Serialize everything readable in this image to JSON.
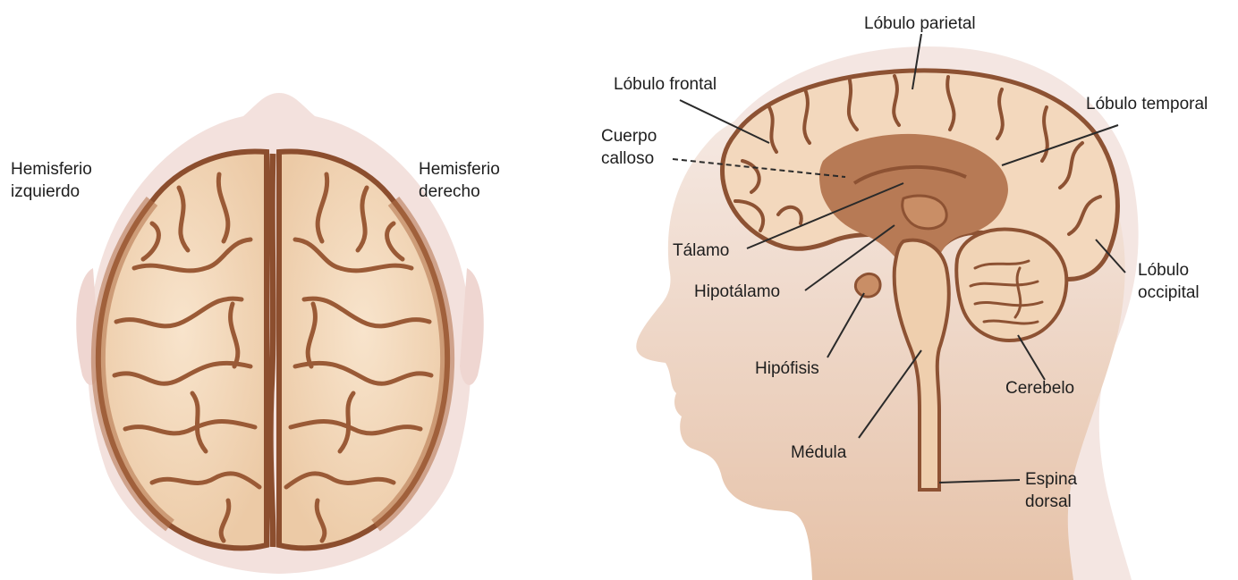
{
  "top_view": {
    "left_label": [
      "Hemisferio",
      "izquierdo"
    ],
    "right_label": [
      "Hemisferio",
      "derecho"
    ]
  },
  "sagittal_view": {
    "labels": {
      "parietal": "Lóbulo parietal",
      "frontal": "Lóbulo frontal",
      "temporal": "Lóbulo temporal",
      "corpus_callosum": [
        "Cuerpo",
        "calloso"
      ],
      "thalamus": "Tálamo",
      "hypothalamus": "Hipotálamo",
      "occipital": [
        "Lóbulo",
        "occipital"
      ],
      "pituitary": "Hipófisis",
      "cerebellum": "Cerebelo",
      "medulla": "Médula",
      "spinal_cord": [
        "Espina",
        "dorsal"
      ]
    }
  },
  "colors": {
    "head_outline": "#f4e3df",
    "skin_top": "#f6ebe6",
    "skin_bottom": "#e6c2a8",
    "brain_light": "#f6dcc0",
    "brain_dark": "#9c5b38",
    "brain_inner": "#b77a55",
    "leader_line": "#2a2a2a"
  }
}
